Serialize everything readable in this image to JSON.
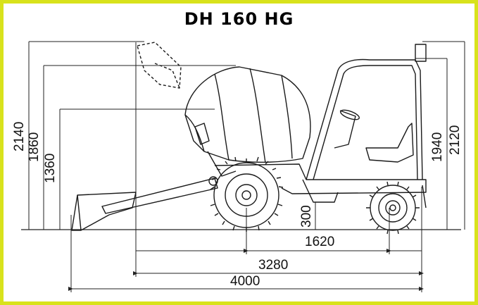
{
  "title": "DH 160 HG",
  "colors": {
    "border": "#d8e21c",
    "line": "#1a1a1a",
    "dim": "#222222"
  },
  "dimensions": {
    "overall_height_bucket_raised": "2140",
    "drum_height": "1860",
    "discharge_height": "1360",
    "cab_height": "1940",
    "overall_height": "2120",
    "ground_clearance": "300",
    "wheelbase": "1620",
    "length_without_bucket": "3280",
    "overall_length": "4000"
  }
}
